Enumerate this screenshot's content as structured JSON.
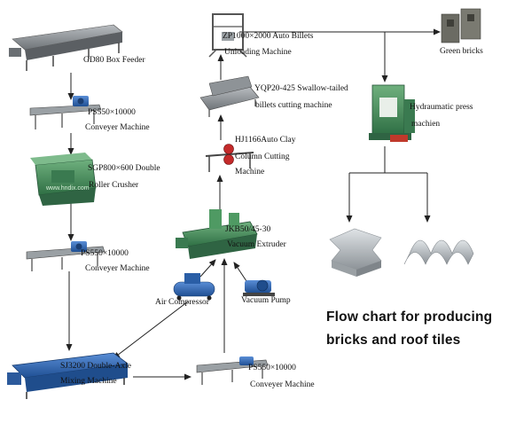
{
  "title": {
    "line1": "Flow chart for  producing",
    "line2": "bricks and roof tiles"
  },
  "machines": {
    "box_feeder": {
      "name": "GD80 Box Feeder"
    },
    "conveyor_1": {
      "name_line1": "PS550×10000",
      "name_line2": "Conveyer Machine"
    },
    "roller_crusher": {
      "name_line1": "SGP800×600 Double",
      "name_line2": "Roller Crusher",
      "watermark": "www.hndix.com"
    },
    "conveyor_2": {
      "name_line1": "PS550×10000",
      "name_line2": "Conveyer Machine"
    },
    "mixing_machine": {
      "name_line1": "SJ3200 Double-Axle",
      "name_line2": "Mixing Machine"
    },
    "conveyor_3": {
      "name_line1": "PS550×10000",
      "name_line2": "Conveyer Machine"
    },
    "air_compressor": {
      "name": "Air Compressor"
    },
    "vacuum_pump": {
      "name": "Vacuum Pump"
    },
    "vacuum_extruder": {
      "name_line1": "JKB50/45-30",
      "name_line2": "Vacuum Extruder"
    },
    "clay_cutting": {
      "name_line1": "HJ1166Auto Clay",
      "name_line2": "Column Cutting",
      "name_line3": "Machine"
    },
    "billets_cutting": {
      "name_line1": "YQP20-425 Swallow-tailed",
      "name_line2": "billets cutting machine"
    },
    "unloading_machine": {
      "name_line1": "ZP1000×2000 Auto Billets",
      "name_line2": "Unloading Machine"
    },
    "green_bricks": {
      "name": "Green bricks"
    },
    "hydraumatic_press": {
      "name_line1": "Hydraumatic press",
      "name_line2": "machien"
    }
  },
  "colors": {
    "arrow": "#222222",
    "machine_green": "#3f8a55",
    "machine_gray": "#8a8f94",
    "machine_blue": "#2b5fa8",
    "brick_gray": "#6b6b63",
    "tile_gray": "#b9bec2"
  }
}
